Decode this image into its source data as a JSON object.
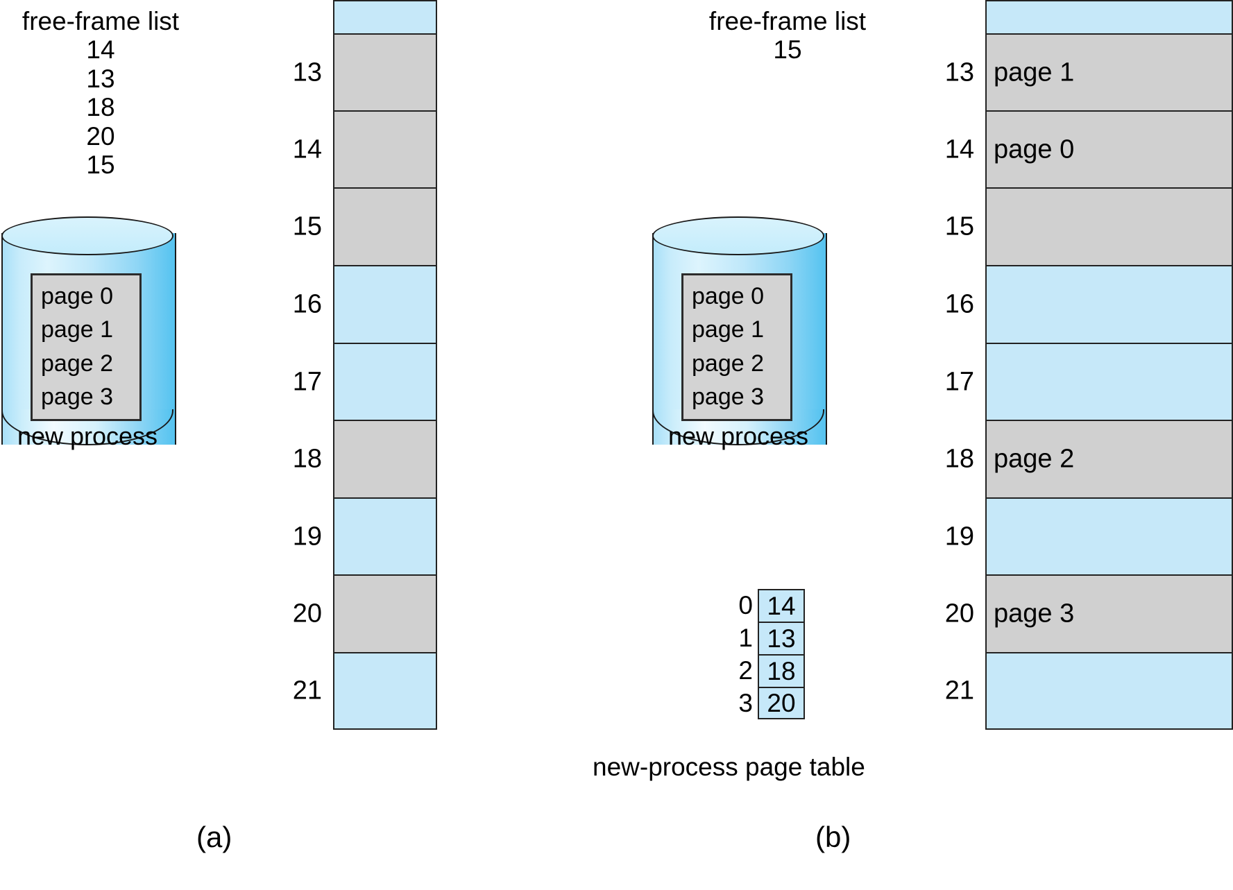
{
  "figure": {
    "caption_a": "(a)",
    "caption_b": "(b)"
  },
  "panel_a": {
    "free_frame_list": {
      "title": "free-frame list",
      "frames": [
        "14",
        "13",
        "18",
        "20",
        "15"
      ]
    },
    "process_disk": {
      "label": "new process",
      "pages": [
        "page 0",
        "page 1",
        "page 2",
        "page 3"
      ]
    },
    "memory": {
      "frames": [
        {
          "index": "",
          "label": "",
          "state": "free",
          "partial": true
        },
        {
          "index": "13",
          "label": "",
          "state": "used"
        },
        {
          "index": "14",
          "label": "",
          "state": "used"
        },
        {
          "index": "15",
          "label": "",
          "state": "used"
        },
        {
          "index": "16",
          "label": "",
          "state": "free"
        },
        {
          "index": "17",
          "label": "",
          "state": "free"
        },
        {
          "index": "18",
          "label": "",
          "state": "used"
        },
        {
          "index": "19",
          "label": "",
          "state": "free"
        },
        {
          "index": "20",
          "label": "",
          "state": "used"
        },
        {
          "index": "21",
          "label": "",
          "state": "free"
        }
      ]
    }
  },
  "panel_b": {
    "free_frame_list": {
      "title": "free-frame list",
      "frames": [
        "15"
      ]
    },
    "process_disk": {
      "label": "new process",
      "pages": [
        "page 0",
        "page 1",
        "page 2",
        "page 3"
      ]
    },
    "page_table": {
      "caption": "new-process page table",
      "rows": [
        {
          "page": "0",
          "frame": "14"
        },
        {
          "page": "1",
          "frame": "13"
        },
        {
          "page": "2",
          "frame": "18"
        },
        {
          "page": "3",
          "frame": "20"
        }
      ]
    },
    "memory": {
      "frames": [
        {
          "index": "",
          "label": "",
          "state": "free",
          "partial": true
        },
        {
          "index": "13",
          "label": "page 1",
          "state": "used"
        },
        {
          "index": "14",
          "label": "page 0",
          "state": "used"
        },
        {
          "index": "15",
          "label": "",
          "state": "used"
        },
        {
          "index": "16",
          "label": "",
          "state": "free"
        },
        {
          "index": "17",
          "label": "",
          "state": "free"
        },
        {
          "index": "18",
          "label": "page 2",
          "state": "used"
        },
        {
          "index": "19",
          "label": "",
          "state": "free"
        },
        {
          "index": "20",
          "label": "page 3",
          "state": "used"
        },
        {
          "index": "21",
          "label": "",
          "state": "free"
        }
      ]
    }
  },
  "colors": {
    "free_frame": "#c6e8f9",
    "used_frame": "#d0d0d0",
    "page_box": "#d3d3d3",
    "outline": "#222222"
  }
}
